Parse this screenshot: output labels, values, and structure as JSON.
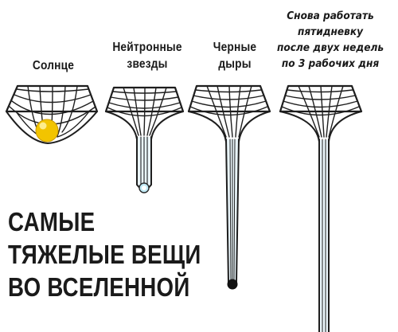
{
  "labels": {
    "sun": "Солнце",
    "neutron_line1": "Нейтронные",
    "neutron_line2": "звезды",
    "black_line1": "Черные",
    "black_line2": "дыры",
    "joke_line1": "Снова работать",
    "joke_line2": "пятидневку",
    "joke_line3": "после двух недель",
    "joke_line4": "по 3 рабочих дня"
  },
  "title": {
    "line1": "САМЫЕ",
    "line2": "ТЯЖЕЛЫЕ ВЕЩИ",
    "line3": "ВО ВСЕЛЕННОЙ"
  },
  "colors": {
    "grid": "#1e1e1e",
    "sun": "#f2c400",
    "tube_fill": "#eaf6fb",
    "neutron_glow": "#bfe9f5",
    "black_dot": "#111111"
  }
}
